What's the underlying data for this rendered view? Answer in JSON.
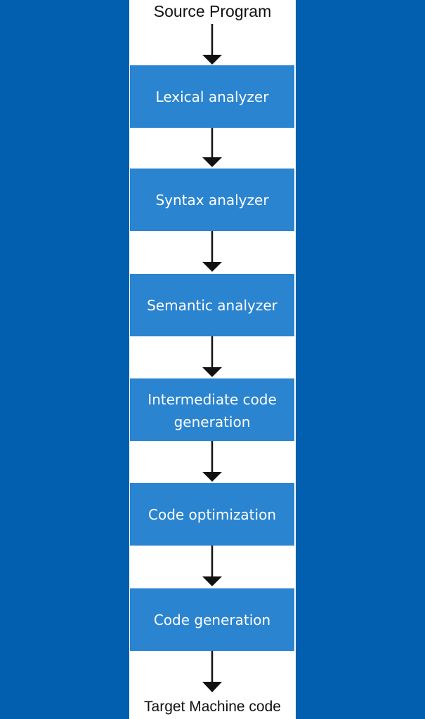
{
  "diagram": {
    "source_label": "Source Program",
    "target_label": "Target Machine code",
    "steps": [
      {
        "label": "Lexical analyzer"
      },
      {
        "label": "Syntax analyzer"
      },
      {
        "label": "Semantic analyzer"
      },
      {
        "label": "Intermediate code generation"
      },
      {
        "label": "Code optimization"
      },
      {
        "label": "Code generation"
      }
    ]
  },
  "colors": {
    "background": "#025eae",
    "panel": "#ffffff",
    "box": "#2a84cf",
    "box_text": "#ffffff",
    "arrow": "#111111"
  }
}
